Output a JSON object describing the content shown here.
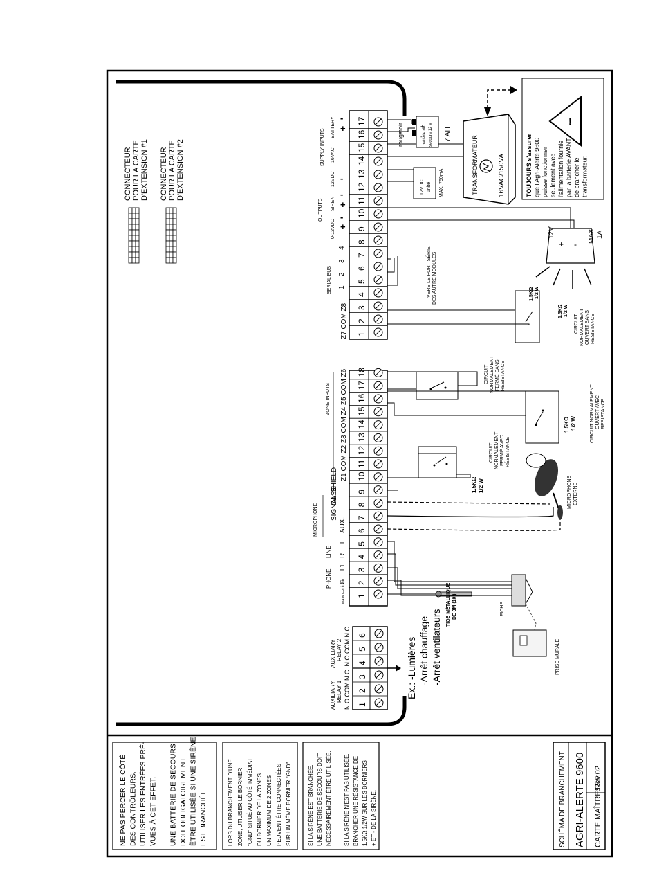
{
  "header": {
    "doc_type": "SCHÉMA DE BRANCHEMENT",
    "product": "AGRI-ALERTE 9600",
    "board": "CARTE MAÎTRESSE",
    "revision": "Rev.02"
  },
  "notes": {
    "box1": [
      "NE PAS PERCER LE CÔTÉ",
      "DES CONTRÔLEURS.",
      "UTILISER LES ENTRÉES PRÉ-",
      "VUES À CET EFFET.",
      "",
      "UNE BATTERIE DE SECOURS",
      "DOIT OBLIGATOIREMENT",
      "ÊTRE UTILISÉE SI UNE SIRÈNE",
      "EST BRANCHÉE"
    ],
    "box2": [
      "LORS DU BRANCHEMENT D'UNE",
      "ZONE, UTILISER LE BORNIER",
      "\"GND\" SITUÉ AU CÔTÉ IMMÉDIAT",
      "DU BORNIER DE LA ZONES.",
      "UN MAXIMUM DE 2 ZONES",
      "PEUVENT ÊTRE CONNECTÉES",
      "SUR UN MÊME BORNIER \"GND\"."
    ],
    "box3": [
      "SI LA SIRÈNE EST BRANCHÉE,",
      "UNE BATTERIE DE SECOURS DOIT",
      "NÉCESSAIREMENT ÊTRE UTILISÉE.",
      "",
      "SI LA SIRÈNE N'EST PAS UTILISÉE,",
      "BRANCHER UNE RÉSISTANCE DE",
      "1.5KΩ 1/2W SUR LES BORNIERS",
      "+ ET - DE LA SIRÈNE."
    ]
  },
  "relays": {
    "relay1_label": [
      "AUXILIARY",
      "RELAY 1"
    ],
    "relay2_label": [
      "AUXILIARY",
      "RELAY 2"
    ],
    "contacts": "N.O.COM.N.C. N.O.COM.N.C.",
    "numbers": [
      "1",
      "2",
      "3",
      "4",
      "5",
      "6"
    ],
    "examples": [
      "Ex.: -Lumières",
      "-Arrêt chauffage",
      "-Arrêt ventilateurs"
    ]
  },
  "main_block": {
    "numbers": [
      "1",
      "2",
      "3",
      "4",
      "5",
      "6",
      "7",
      "8",
      "9",
      "10",
      "11",
      "12",
      "13",
      "14",
      "15",
      "16",
      "17",
      "18"
    ],
    "labels_phone": "PHONE",
    "labels_line": "LINE",
    "labels_pins": [
      "R1",
      "T1",
      "R",
      "T"
    ],
    "labels_gnd": "MAIN GROUND",
    "labels_aux": "AUX.",
    "labels_signal": "SIGNAL",
    "labels_case": "CASE",
    "labels_shield": "SHIELD",
    "labels_microphone": "MICROPHONE",
    "zone_inputs": "ZONE INPUTS",
    "zone_row": "Z1 COM Z2   Z3 COM Z4   Z5 COM Z6"
  },
  "block2": {
    "numbers": [
      "1",
      "2",
      "3",
      "4",
      "5",
      "6",
      "7",
      "8",
      "9",
      "10",
      "11",
      "12",
      "13",
      "14",
      "15",
      "16",
      "17"
    ],
    "zone_row": "Z7 COM Z8",
    "serial_bus": "SERIAL BUS",
    "serial_pins": [
      "1",
      "2",
      "3",
      "4"
    ],
    "outputs": "OUTPUTS",
    "out_vdc": "0-12VDC",
    "out_siren": "SIREN",
    "out_12vdc": "12VDC",
    "supply": "SUPPLY INPUTS",
    "supply_ac": "16VAC",
    "supply_bat": "BATTERY",
    "pm": [
      "+",
      "-",
      "+",
      "-",
      "-",
      "+",
      "-"
    ]
  },
  "annotations": {
    "rod": [
      "TIGE MÉTALLIQUE",
      "DE 3M (10')"
    ],
    "plug": "FICHE",
    "outlet": "PRISE MURALE",
    "ext_mic": [
      "MICROPHONE",
      "EXTERNE"
    ],
    "nf_res": [
      "CIRCUIT",
      "NORMALEMENT",
      "FERMÉ AVEC",
      "RÉSISTANCE"
    ],
    "nf_nores": [
      "CIRCUIT",
      "NORMALEMENT",
      "FERMÉ SANS",
      "RÉSISTANCE"
    ],
    "no_res": [
      "CIRCUIT NORMALEMENT",
      "OUVERT AVEC",
      "RÉSISTANCE"
    ],
    "no_nores": [
      "CIRCUIT",
      "NORMALEMENT",
      "OUVERT SANS",
      "RÉSISTANCE"
    ],
    "res_value": "1.5KΩ",
    "res_power": "1/2 W",
    "serial_note": [
      "VERS LE PORT SÉRIE",
      "DES AUTRE MODULES"
    ],
    "ext1": [
      "CONNECTEUR",
      "POUR LA CARTE",
      "D'EXTENSION #1"
    ],
    "ext2": [
      "CONNECTEUR",
      "POUR LA CARTE",
      "D'EXTENSION #2"
    ],
    "siren_v": "12V",
    "siren_max": [
      "MAX",
      "1A"
    ],
    "unit_12v": [
      "12VDC",
      "unité",
      "MAX. 750mA"
    ],
    "transformer": "TRANSFORMATEUR",
    "transformer_rating": "16VAC/150VA",
    "battery": [
      "batterie de",
      "secours 12 V"
    ],
    "battery_ah": "7 AH",
    "noir": "noir",
    "rouge": "rouge",
    "warning": [
      "TOUJOURS s'assurer",
      "que l'Agri-Alerte 9600",
      "puisse fonctionner",
      "seulement avec",
      "l'alimentation fournie",
      "par la batterie AVANT",
      "de brancher le",
      "transformateur."
    ]
  }
}
